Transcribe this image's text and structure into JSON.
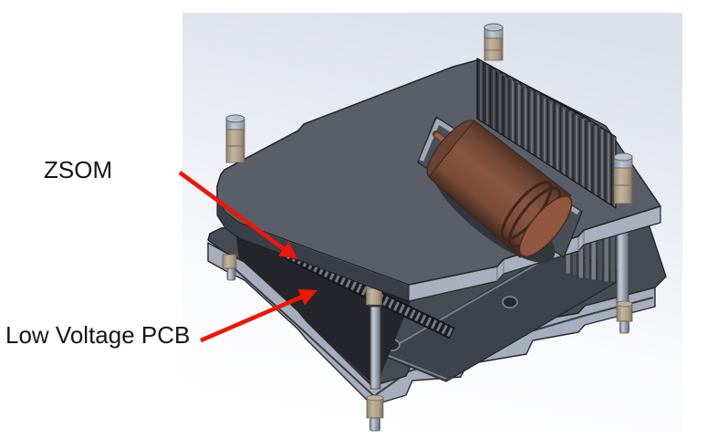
{
  "scene": {
    "type": "3d-cad-isometric-render",
    "parts": [
      "top-cover-plate",
      "bottom-plate",
      "zsom-module-edge",
      "low-voltage-pcb",
      "copper-motor-cylinder",
      "pin-grid-header",
      "corner-standoffs",
      "threaded-rods",
      "mounting-feet"
    ]
  },
  "labels": {
    "zsom": "ZSOM",
    "low_voltage_pcb": "Low Voltage PCB"
  },
  "colors": {
    "arrow": "#ee1509",
    "text": "#161616",
    "plate_top": "#5a5e68",
    "plate_bottom": "#474b54",
    "plate_bevel": "#a9b1c0",
    "copper": "#8a5641",
    "standoff_tan": "#b4a58e",
    "pins_dark": "#2c2e32",
    "background_top": "#dde1ec",
    "background_bottom": "#ffffff"
  }
}
